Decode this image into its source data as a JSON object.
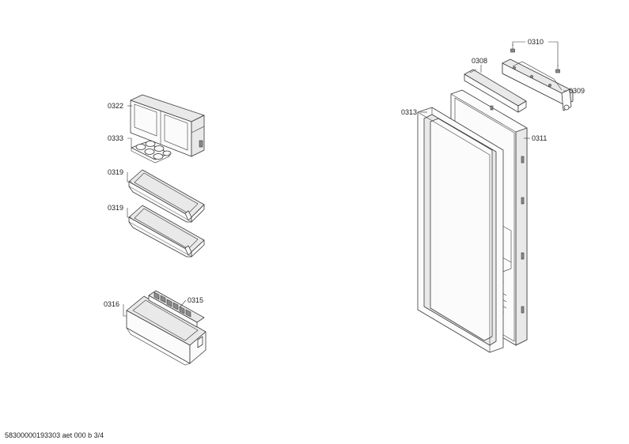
{
  "callouts": {
    "c0322": "0322",
    "c0333": "0333",
    "c0319a": "0319",
    "c0319b": "0319",
    "c0316": "0316",
    "c0315": "0315",
    "c0310": "0310",
    "c0308": "0308",
    "c0309": "0309",
    "c0313": "0313",
    "c0311": "0311"
  },
  "footer": {
    "doc_code": "58300000193303 aet 000 b 3/4"
  }
}
